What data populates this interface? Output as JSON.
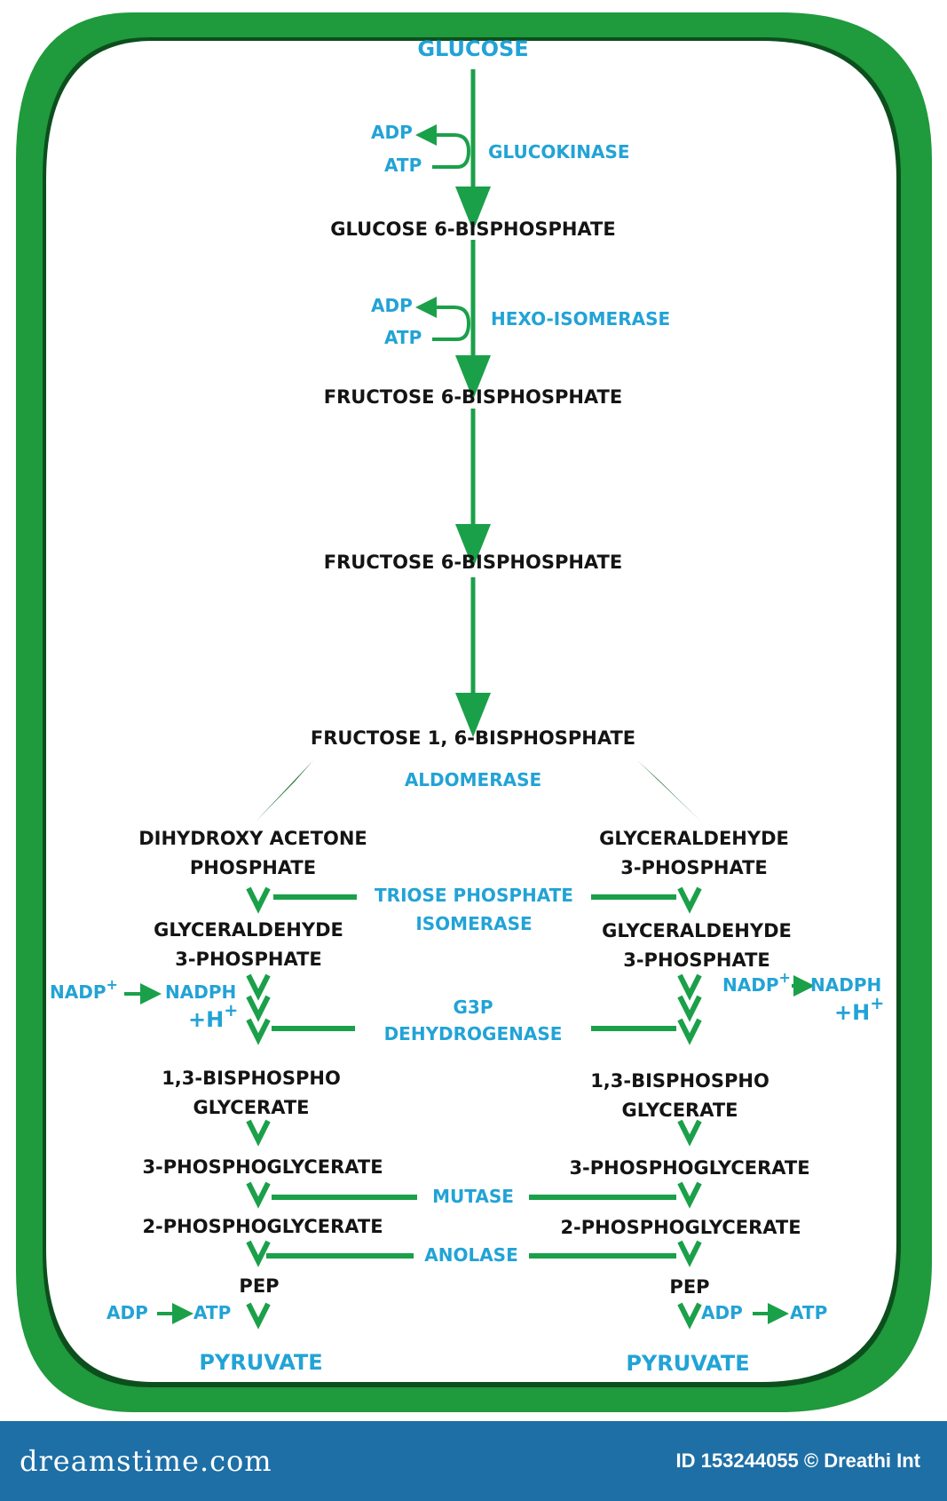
{
  "colors": {
    "border_green": "#1f9a3d",
    "arrow_green": "#1ba04a",
    "label_blue": "#22a3d6",
    "footer_blue": "#1e6fa6"
  },
  "main": {
    "glucose": "GLUCOSE",
    "step1": {
      "adp": "ADP",
      "atp": "ATP",
      "enzyme": "GLUCOKINASE"
    },
    "g6p": "GLUCOSE 6-BISPHOSPHATE",
    "step2": {
      "adp": "ADP",
      "atp": "ATP",
      "enzyme": "HEXO-ISOMERASE"
    },
    "f6p_1": "FRUCTOSE 6-BISPHOSPHATE",
    "f6p_2": "FRUCTOSE 6-BISPHOSPHATE",
    "f16bp": "FRUCTOSE 1, 6-BISPHOSPHATE",
    "aldomerase": "ALDOMERASE"
  },
  "enzymes": {
    "triose_line1": "TRIOSE PHOSPHATE",
    "triose_line2": "ISOMERASE",
    "g3pdh_line1": "G3P",
    "g3pdh_line2": "DEHYDROGENASE",
    "mutase": "MUTASE",
    "anolase": "ANOLASE"
  },
  "left": {
    "dhap_line1": "DIHYDROXY ACETONE",
    "dhap_line2": "PHOSPHATE",
    "g3p_line1": "GLYCERALDEHYDE",
    "g3p_line2": "3-PHOSPHATE",
    "nadp": "NADP",
    "nadph": "NADPH",
    "h": "+H",
    "bpg_line1": "1,3-BISPHOSPHO",
    "bpg_line2": "GLYCERATE",
    "pg3": "3-PHOSPHOGLYCERATE",
    "pg2": "2-PHOSPHOGLYCERATE",
    "pep": "PEP",
    "adp": "ADP",
    "atp": "ATP",
    "pyruvate": "PYRUVATE"
  },
  "right": {
    "g3p_a_line1": "GLYCERALDEHYDE",
    "g3p_a_line2": "3-PHOSPHATE",
    "g3p_b_line1": "GLYCERALDEHYDE",
    "g3p_b_line2": "3-PHOSPHATE",
    "nadp": "NADP",
    "nadph": "NADPH",
    "h": "+H",
    "bpg_line1": "1,3-BISPHOSPHO",
    "bpg_line2": "GLYCERATE",
    "pg3": "3-PHOSPHOGLYCERATE",
    "pg2": "2-PHOSPHOGLYCERATE",
    "pep": "PEP",
    "adp": "ADP",
    "atp": "ATP",
    "pyruvate": "PYRUVATE"
  },
  "footer": {
    "logo": "dreamstime.com",
    "id": "ID 153244055 © Dreathi Int"
  }
}
